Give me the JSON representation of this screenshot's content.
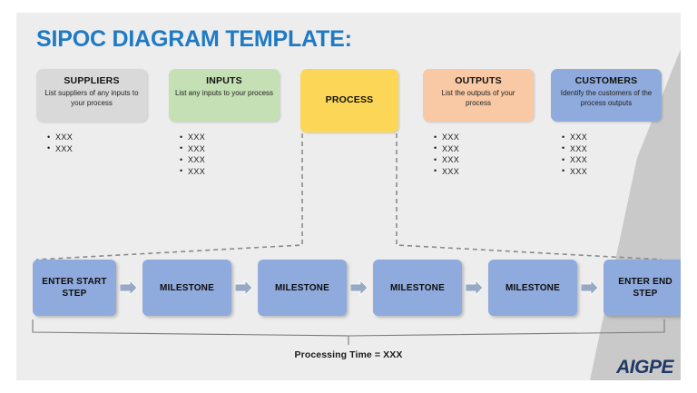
{
  "title": "SIPOC DIAGRAM TEMPLATE:",
  "colors": {
    "title": "#1F7AC4",
    "slide_bg": "#ededed",
    "suppliers": "#D9D9D9",
    "inputs": "#C5E0B4",
    "process": "#FCD757",
    "outputs": "#F8C9A4",
    "customers": "#8FAADC",
    "step": "#8FAADC",
    "arrow": "#97A9C4",
    "logo": "#1F3864",
    "corner": "#C9C9C9"
  },
  "columns": [
    {
      "key": "suppliers",
      "title": "SUPPLIERS",
      "subtitle": "List suppliers of any inputs to your process",
      "bullets": [
        "XXX",
        "XXX"
      ]
    },
    {
      "key": "inputs",
      "title": "INPUTS",
      "subtitle": "List any inputs to your process",
      "bullets": [
        "XXX",
        "XXX",
        "XXX",
        "XXX"
      ]
    },
    {
      "key": "process",
      "title": "PROCESS",
      "subtitle": "",
      "bullets": []
    },
    {
      "key": "outputs",
      "title": "OUTPUTS",
      "subtitle": "List the outputs of your process",
      "bullets": [
        "XXX",
        "XXX",
        "XXX",
        "XXX"
      ]
    },
    {
      "key": "customers",
      "title": "CUSTOMERS",
      "subtitle": "Identify the customers of the process outputs",
      "bullets": [
        "XXX",
        "XXX",
        "XXX",
        "XXX"
      ]
    }
  ],
  "chain": {
    "steps": [
      "ENTER START STEP",
      "MILESTONE",
      "MILESTONE",
      "MILESTONE",
      "MILESTONE",
      "ENTER END STEP"
    ],
    "arrow_count": 5
  },
  "processing_time": "Processing Time = XXX",
  "logo": "AIGPE"
}
